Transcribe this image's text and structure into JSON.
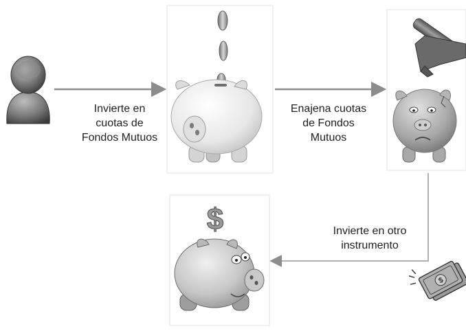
{
  "diagram": {
    "labels": {
      "invest": [
        "Invierte en",
        "cuotas de",
        "Fondos Mutuos"
      ],
      "sell": [
        "Enajena cuotas",
        "de Fondos",
        "Mutuos"
      ],
      "reinvest": [
        "Invierte en otro",
        "instrumento"
      ]
    },
    "icons": {
      "investor": "person-icon",
      "full_bank": "piggy-bank-coins-icon",
      "broken_bank": "piggy-bank-hammer-icon",
      "new_bank": "piggy-bank-dollar-icon",
      "money": "cash-bills-icon"
    },
    "colors": {
      "arrow": "#8c8c8c",
      "text": "#1f1f1f",
      "figure": "#6a6a6a"
    }
  }
}
